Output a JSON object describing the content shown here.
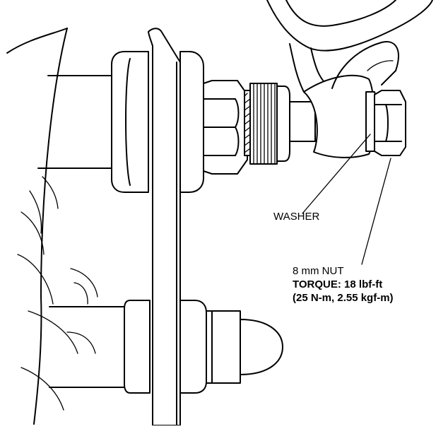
{
  "labels": {
    "washer": "WASHER",
    "nut_name": "8 mm NUT",
    "nut_torque": "TORQUE: 18 lbf-ft",
    "nut_torque_metric": "(25 N-m, 2.55 kgf-m)"
  },
  "colors": {
    "line": "#000000",
    "background": "#ffffff"
  }
}
